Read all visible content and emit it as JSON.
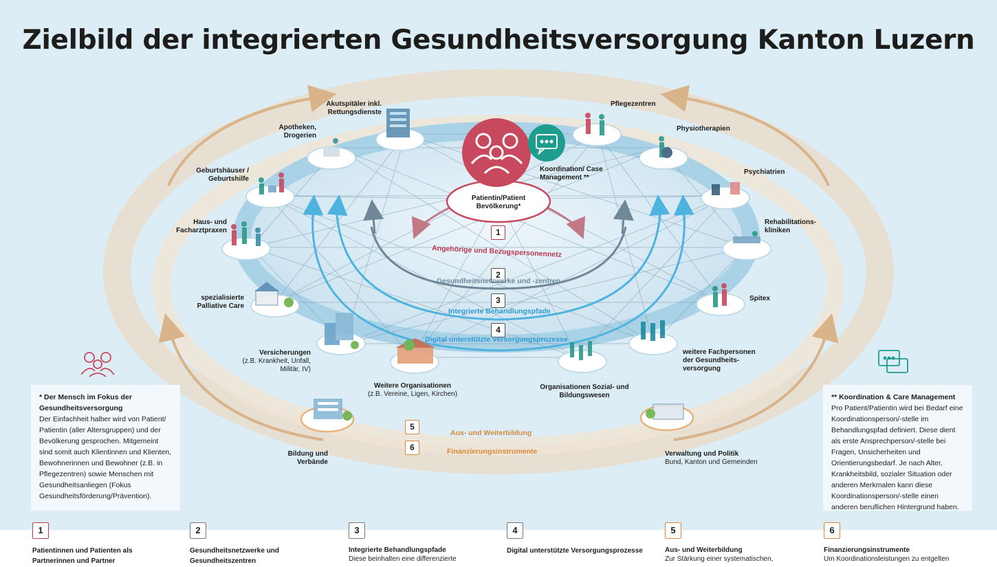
{
  "title": "Zielbild der integrierten Gesundheitsversorgung Kanton Luzern",
  "center": {
    "patient_label": "Patientin/Patient Bevölkerung*",
    "coordination_label": "Koordination/ Case Management **"
  },
  "nodes": {
    "akutspitaeler": "Akutspitäler inkl. Rettungsdienste",
    "apotheken": "Apotheken, Drogerien",
    "geburtshaeuser": "Geburtshäuser / Geburtshilfe",
    "hausarzt": "Haus- und Facharztpraxen",
    "palliative": "spezialisierte Palliative Care",
    "versicherungen": "Versicherungen",
    "versicherungen_sub": "(z.B. Krankheit, Unfall, Militär, IV)",
    "weitere_org": "Weitere Organisationen",
    "weitere_org_sub": "(z.B. Vereine, Ligen, Kirchen)",
    "sozial": "Organisationen Sozial- und Bildungswesen",
    "fachpersonen": "weitere Fachpersonen der Gesundheits-versorgung",
    "spitex": "Spitex",
    "reha": "Rehabilitations-kliniken",
    "psychiatrien": "Psychiatrien",
    "physio": "Physiotherapien",
    "pflege": "Pflegezentren",
    "bildung": "Bildung und Verbände",
    "verwaltung": "Verwaltung und Politik",
    "verwaltung_sub": "Bund, Kanton und Gemeinden"
  },
  "rings": [
    {
      "num": "1",
      "label": "Angehörige und Bezugspersonennetz",
      "color": "#b83a52"
    },
    {
      "num": "2",
      "label": "Gesundheitsnetzwerke und -zentren",
      "color": "#6b8aa0"
    },
    {
      "num": "3",
      "label": "Integrierte Behandlungspfade",
      "color": "#2e9bd6"
    },
    {
      "num": "4",
      "label": "Digital unterstützte Versorgungsprozesse",
      "color": "#2e9bd6"
    },
    {
      "num": "5",
      "label": "Aus- und Weiterbildung",
      "color": "#d9893a"
    },
    {
      "num": "6",
      "label": "Finanzierungsinstrumente",
      "color": "#d9893a"
    }
  ],
  "info_left": {
    "heading": "* Der Mensch im Fokus der Gesundheitsversorgung",
    "text": "Der Einfachheit halber wird von Patient/ Patientin (aller Altersgruppen) und der Bevölkerung gesprochen. Mitgemeint sind somit auch Klientinnen und Klienten, Bewohnerinnen und Bewohner (z.B. in Pflegezentren) sowie Menschen mit Gesundheitsanliegen (Fokus Gesundheitsförderung/Prävention)."
  },
  "info_right": {
    "heading": "** Koordination & Care Management",
    "text": "Pro Patient/Patientin wird bei Bedarf eine Koordinationsperson/-stelle im Behandlungspfad definiert. Diese dient als erste Ansprechperson/-stelle bei Fragen, Unsicherheiten und Orientierungsbedarf. Je nach Alter, Krankheitsbild, sozialer Situation oder anderen Merkmalen kann diese Koordinationsperson/-stelle einen anderen beruflichen Hintergrund haben."
  },
  "bottom": [
    {
      "num": "1",
      "title": "Patientinnen und Patienten als Partnerinnen und Partner",
      "sub": "",
      "color": "#b83a52"
    },
    {
      "num": "2",
      "title": "Gesundheitsnetzwerke und Gesundheitszentren",
      "sub": "",
      "color": "#777777"
    },
    {
      "num": "3",
      "title": "Integrierte Behandlungspfade",
      "sub": "Diese beinhalten eine differenzierte",
      "color": "#777777"
    },
    {
      "num": "4",
      "title": "Digital unterstützte Versorgungsprozesse",
      "sub": "",
      "color": "#777777"
    },
    {
      "num": "5",
      "title": "Aus- und Weiterbildung",
      "sub": "Zur Stärkung einer systematischen,",
      "color": "#d9893a"
    },
    {
      "num": "6",
      "title": "Finanzierungsinstrumente",
      "sub": "Um Koordinationsleistungen zu entgelten",
      "color": "#d9893a"
    }
  ],
  "colors": {
    "background": "#dcedf6",
    "patient_red": "#c8485e",
    "coordination_teal": "#1e9c8e",
    "outer_orange": "#d9b48a",
    "ring_blue": "#9ccbe2"
  }
}
